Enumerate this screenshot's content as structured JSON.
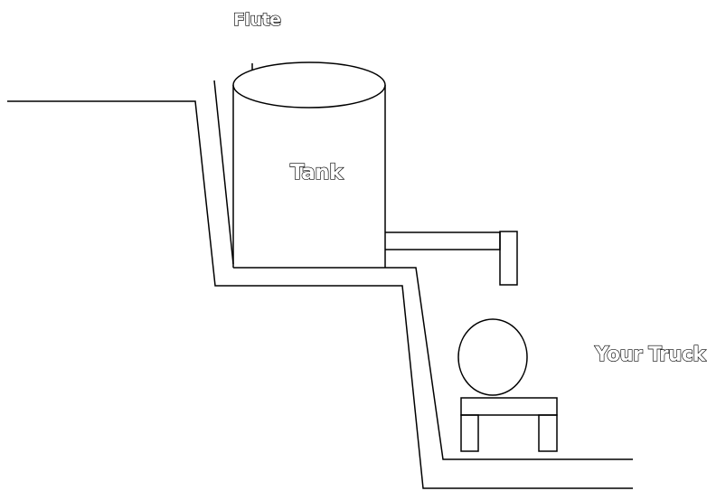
{
  "diagram": {
    "labels": {
      "flute": "Flute",
      "tank": "Tank",
      "truck": "Your Truck"
    },
    "colors": {
      "stroke": "#000000",
      "background": "#ffffff",
      "label_fill": "#ffffff"
    }
  }
}
